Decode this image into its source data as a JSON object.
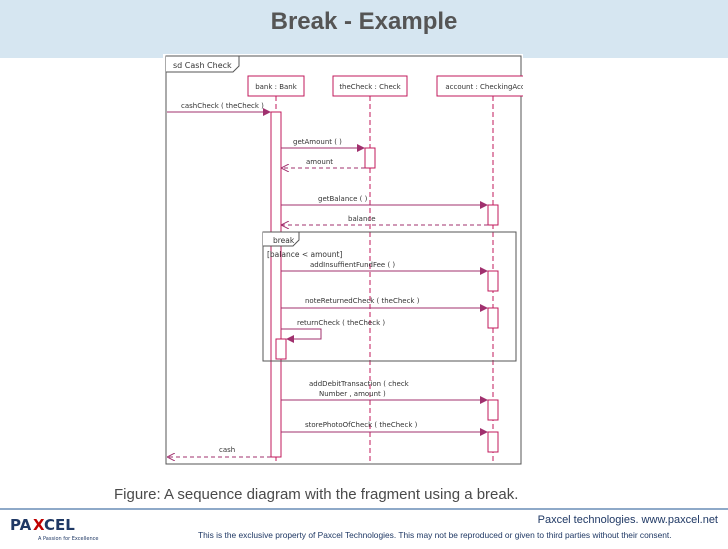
{
  "slide": {
    "title": "Break - Example",
    "caption": "Figure: A sequence diagram with the fragment using a break.",
    "footer_site": "Paxcel technologies. www.paxcel.net",
    "footer_notice": "This is the exclusive property of Paxcel Technologies. This may not be reproduced or given to third parties without their consent.",
    "logo_text": "PAXCEL",
    "logo_tagline": "A Passion for Excellence"
  },
  "diagram": {
    "frame_label": "sd Cash Check",
    "lifelines": [
      "bank : Bank",
      "theCheck : Check",
      "account : CheckingAccount"
    ],
    "fragment_label": "break",
    "guard": "[balance < amount]",
    "messages": {
      "cash_check": "cashCheck ( theCheck )",
      "get_amount": "getAmount ( )",
      "amount": "amount",
      "get_balance": "getBalance ( )",
      "balance": "balance",
      "add_fee": "addInsuffientFundFee ( )",
      "note_returned": "noteReturnedCheck ( theCheck )",
      "return_check": "returnCheck ( theCheck )",
      "add_debit_1": "addDebitTransaction ( check",
      "add_debit_2": "Number , amount )",
      "store_photo": "storePhotoOfCheck ( theCheck )",
      "cash": "cash"
    },
    "colors": {
      "line": "#a0306e",
      "frame": "#555555",
      "box_border": "#c2185b"
    }
  }
}
